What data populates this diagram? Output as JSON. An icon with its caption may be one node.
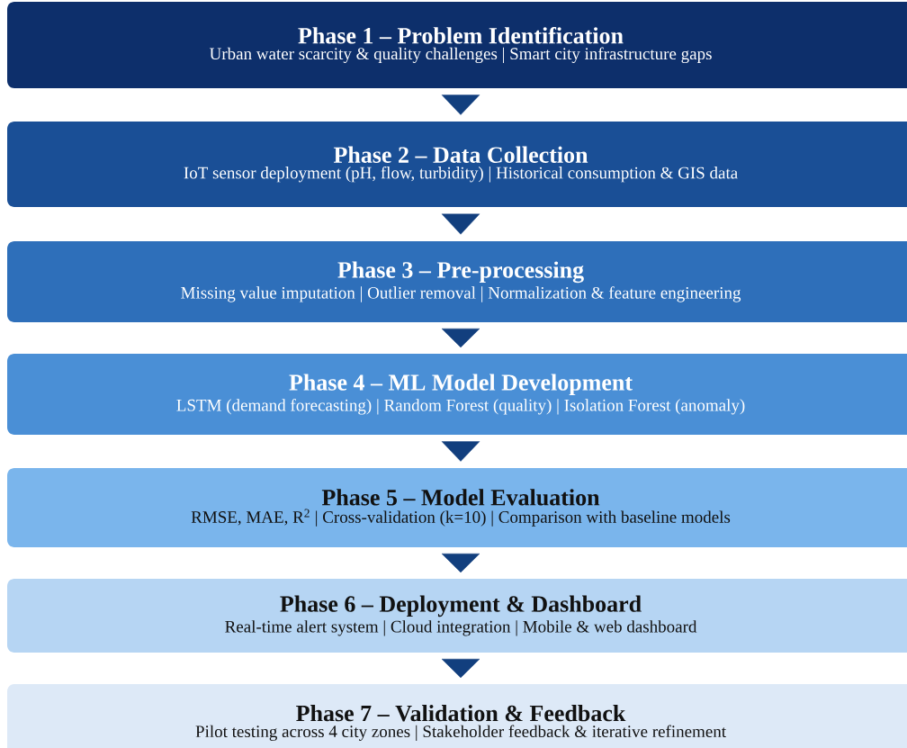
{
  "diagram": {
    "nodes": [
      {
        "text": [
          "Phase 1 – Problem Identification",
          "Urban water scarcity & quality challenges | Smart city infrastructure gaps"
        ]
      },
      {
        "text": [
          "Phase 2 – Data Collection",
          "IoT sensor deployment (pH, flow, turbidity) | Historical consumption & GIS data"
        ]
      },
      {
        "text": [
          "Phase 3 – Pre-processing",
          "Missing value imputation | Outlier removal | Normalization & feature engineering"
        ]
      },
      {
        "text": [
          "Phase 4 – ML Model Development",
          "LSTM (demand forecasting) | Random Forest (quality) | Isolation Forest (anomaly)"
        ]
      },
      {
        "text": [
          "Phase 5 – Model Evaluation",
          "RMSE, MAE, R$^{2}$ | Cross-validation (k=10) | Comparison with baseline models"
        ]
      },
      {
        "text": [
          "Phase 6 – Deployment & Dashboard",
          "Real-time alert system | Cloud integration | Mobile & web dashboard"
        ]
      },
      {
        "text": [
          "Phase 7 – Validation & Feedback",
          "Pilot testing across 4 city zones | Stakeholder feedback & iterative refinement"
        ]
      }
    ],
    "edges": [
      {
        "from": 0,
        "to": 1,
        "arrow": "to"
      },
      {
        "from": 1,
        "to": 2,
        "arrow": "to"
      },
      {
        "from": 2,
        "to": 3,
        "arrow": "to"
      },
      {
        "from": 3,
        "to": 4,
        "arrow": "to"
      },
      {
        "from": 4,
        "to": 5,
        "arrow": "to"
      },
      {
        "from": 5,
        "to": 6,
        "arrow": "to"
      }
    ]
  }
}
